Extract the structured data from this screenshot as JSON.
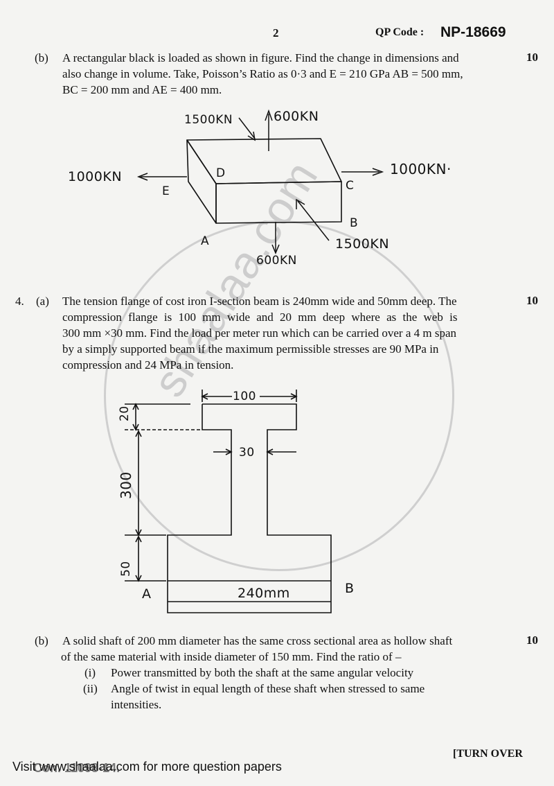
{
  "header": {
    "page_number": "2",
    "qp_code_label": "QP Code :",
    "qp_code": "NP-18669"
  },
  "q3b": {
    "label": "(b)",
    "line1": "A rectangular black is loaded as shown in figure. Find the change in dimensions and",
    "line2": "also change in volume. Take, Poisson’s Ratio as 0·3 and E = 210 GPa AB = 500 mm,",
    "line3": "BC = 200 mm and AE = 400 mm.",
    "marks": "10",
    "figure": {
      "load_top_diag": "1500KN",
      "load_top_up": "600KN",
      "load_left": "1000KN",
      "load_right": "1000KN·",
      "load_bottom_down": "600KN",
      "load_bottom_diag": "1500KN",
      "pt_A": "A",
      "pt_B": "B",
      "pt_C": "C",
      "pt_D": "D",
      "pt_E": "E"
    }
  },
  "q4a": {
    "number": "4.",
    "label": "(a)",
    "line1": "The tension flange of cost iron I-section beam is 240mm wide and 50mm deep. The",
    "line2": "compression flange is 100 mm wide and 20 mm deep where as the web is",
    "line3": "300 mm ×30 mm. Find the load per meter run which can be carried over a 4 m span",
    "line4": "by a simply supported beam if the maximum permissible stresses are 90 MPa in",
    "line5": "compression and 24 MPa in tension.",
    "marks": "10",
    "figure": {
      "top_width": "100",
      "web_width": "30",
      "dim_20": "20",
      "dim_300": "300",
      "dim_50": "50",
      "bottom_width": "240mm",
      "pt_A": "A",
      "pt_B": "B"
    }
  },
  "q4b": {
    "label": "(b)",
    "line1": "A solid shaft of 200 mm diameter has the same cross sectional area as hollow shaft",
    "line2": "of  the same material with inside diameter of 150 mm. Find the ratio of –",
    "sub_i_label": "(i)",
    "sub_i": "Power transmitted by both the shaft at the same angular velocity",
    "sub_ii_label": "(ii)",
    "sub_ii_1": "Angle of twist in equal length of these shaft when stressed to same",
    "sub_ii_2": "intensities.",
    "marks": "10"
  },
  "footer": {
    "turn_over": "[TURN OVER",
    "website": "Visit www.shaalaa.com for more question papers",
    "code_overlay": "Con. 11098-14."
  },
  "watermark": {
    "text": "shaalaa.com"
  }
}
